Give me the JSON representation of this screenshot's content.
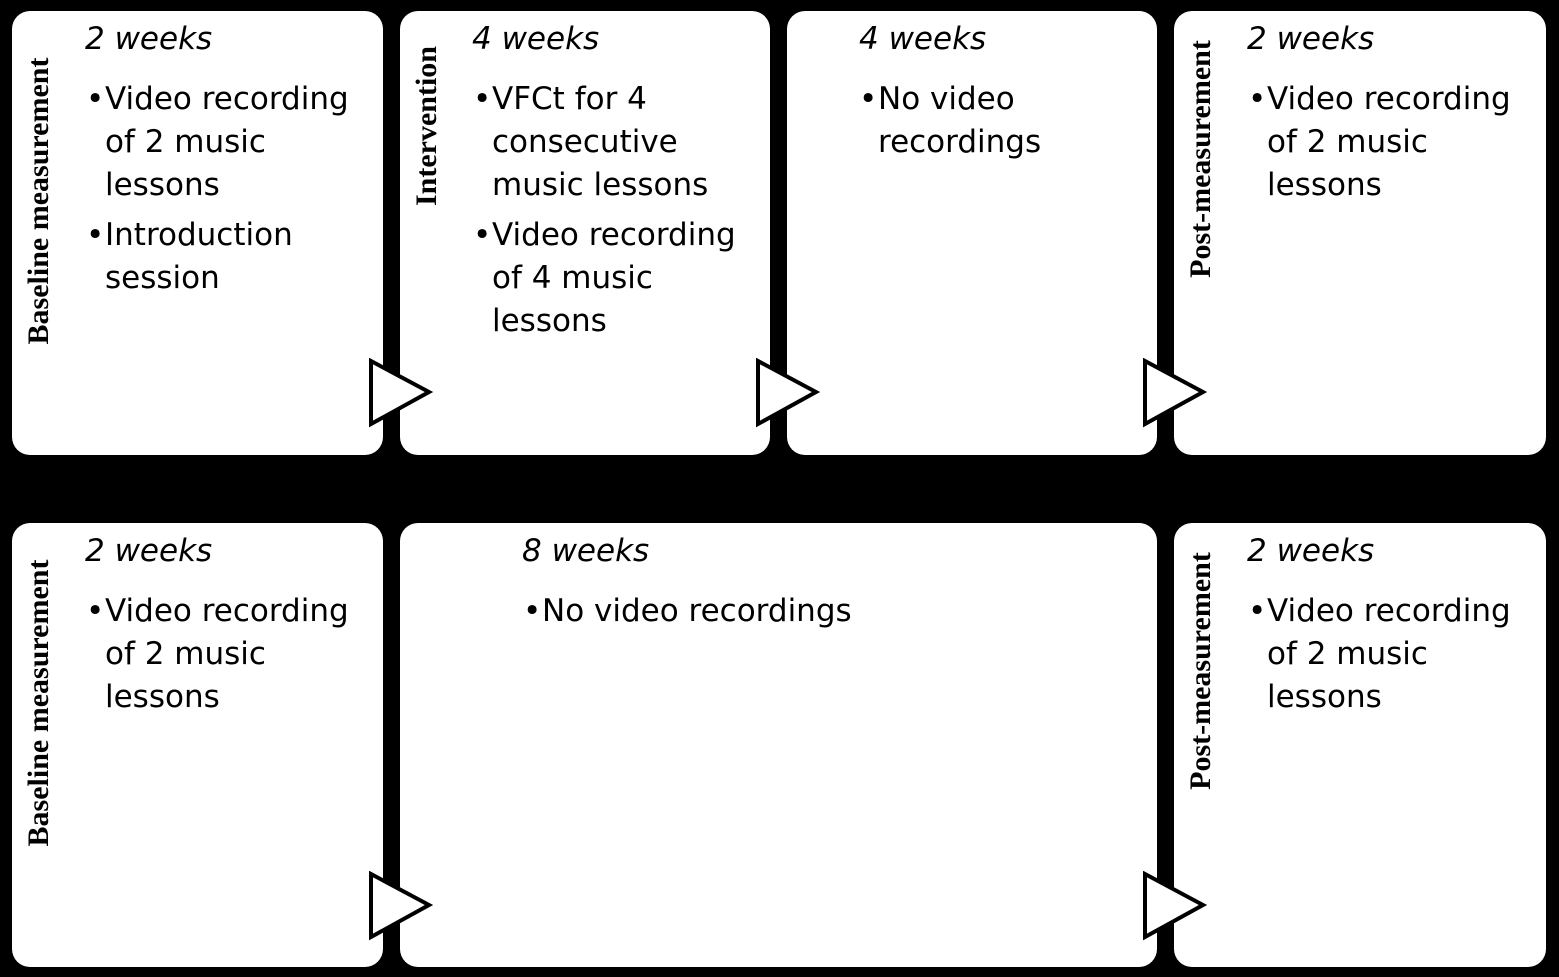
{
  "row1": {
    "boxes": [
      {
        "label": "Baseline measurement",
        "duration": "2 weeks",
        "items": [
          "Video recording of 2 music lessons",
          "Introduction session"
        ]
      },
      {
        "label": "Intervention",
        "duration": "4 weeks",
        "items": [
          "VFCt for 4 consecutive music lessons",
          "Video recording of 4 music lessons"
        ]
      },
      {
        "label": "",
        "duration": "4 weeks",
        "items": [
          "No video recordings"
        ]
      },
      {
        "label": "Post-measurement",
        "duration": "2 weeks",
        "items": [
          "Video recording of 2 music lessons"
        ]
      }
    ]
  },
  "row2": {
    "boxes": [
      {
        "label": "Baseline measurement",
        "duration": "2 weeks",
        "items": [
          "Video recording of 2 music lessons"
        ]
      },
      {
        "label": "",
        "duration": "8 weeks",
        "items": [
          "No video recordings"
        ]
      },
      {
        "label": "Post-measurement",
        "duration": "2 weeks",
        "items": [
          "Video recording of 2 music lessons"
        ]
      }
    ]
  },
  "colors": {
    "background": "#000000",
    "box": "#ffffff",
    "text": "#000000"
  }
}
